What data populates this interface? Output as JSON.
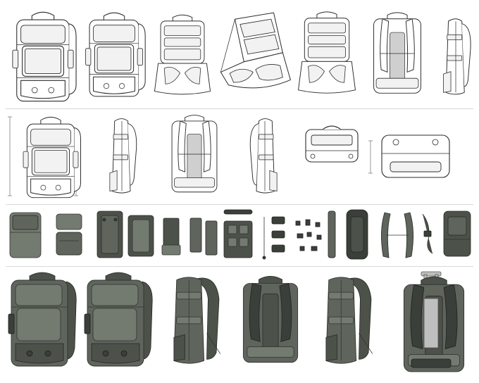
{
  "image": {
    "rows": [
      {
        "name": "sketch-open-states",
        "count": 7
      },
      {
        "name": "sketch-orthographic-views",
        "count": 6
      },
      {
        "name": "components-exploded",
        "count": 14
      },
      {
        "name": "rendered-views",
        "count": 6
      }
    ],
    "colors": {
      "background": "#ffffff",
      "sketch_line": "#2b2b2b",
      "olive_green": "#5f655d",
      "olive_light": "#737a70",
      "olive_dark": "#3b3f3a",
      "divider": "#d8d8d8"
    }
  }
}
